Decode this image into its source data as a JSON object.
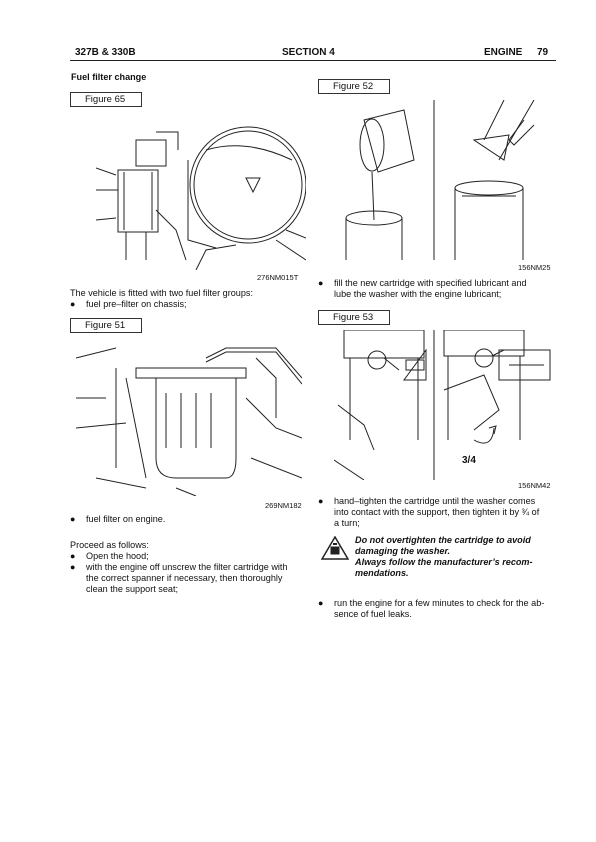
{
  "header": {
    "left": "327B & 330B",
    "center": "SECTION 4",
    "right": "ENGINE",
    "page": "79"
  },
  "left": {
    "heading": "Fuel filter change",
    "fig65_label": "Figure 65",
    "fig65_code": "276NM015T",
    "intro": "The vehicle is fitted with two fuel filter groups:",
    "bullet1": "fuel pre–filter on chassis;",
    "fig51_label": "Figure 51",
    "fig51_code": "269NM182",
    "bullet2": "fuel filter on engine.",
    "proceed": "Proceed as follows:",
    "step1": "Open the hood;",
    "step2_l1": "with the engine off unscrew the filter cartridge  with",
    "step2_l2": "the correct spanner if necessary, then thoroughly",
    "step2_l3": "clean the support seat;"
  },
  "right": {
    "fig52_label": "Figure 52",
    "fig52_code": "156NM25",
    "fill_l1": "fill the new cartridge with specified lubricant and",
    "fill_l2": "lube the washer with the engine lubricant;",
    "fig53_label": "Figure 53",
    "fig53_turn": "3/4",
    "fig53_code": "156NM42",
    "hand_l1": "hand–tighten the cartridge until the washer comes",
    "hand_l2": "into contact with the support, then tighten it by ¾ of",
    "hand_l3": "a turn;",
    "warn_l1": "Do not overtighten the cartridge to avoid",
    "warn_l2": "damaging the washer.",
    "warn_l3": "Always follow the manufacturer’s recom-",
    "warn_l4": "mendations.",
    "run_l1": "run the engine for a few minutes to check for the ab-",
    "run_l2": "sence of fuel leaks."
  },
  "icons": {
    "bullet": "black-dot",
    "warning": "warning-triangle-icon"
  }
}
